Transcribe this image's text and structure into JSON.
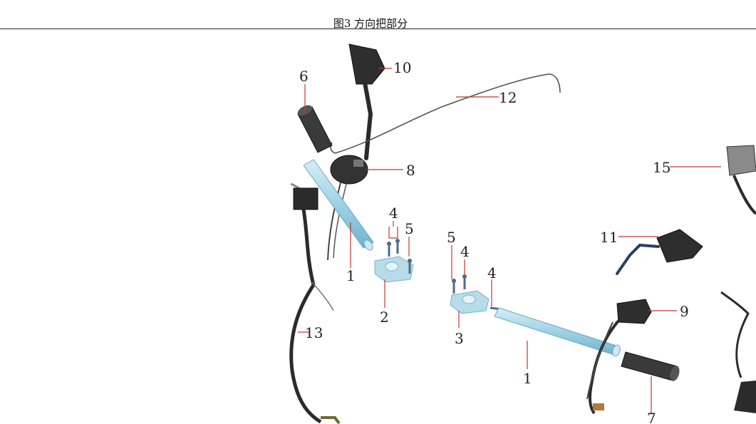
{
  "caption": "图3 方向把部分",
  "callouts": {
    "c1a": "1",
    "c1b": "1",
    "c2": "2",
    "c3": "3",
    "c4a": "4",
    "c4b": "4",
    "c4c": "4",
    "c5a": "5",
    "c5b": "5",
    "c6": "6",
    "c7": "7",
    "c8": "8",
    "c9": "9",
    "c10": "10",
    "c11": "11",
    "c12": "12",
    "c13": "13",
    "c15": "15"
  },
  "colors": {
    "leader": "#c0392b",
    "bar": "#9ed3e6",
    "clamp": "#b7dbe9",
    "dark": "#2b2b2b",
    "grip": "#3a3a3a"
  }
}
